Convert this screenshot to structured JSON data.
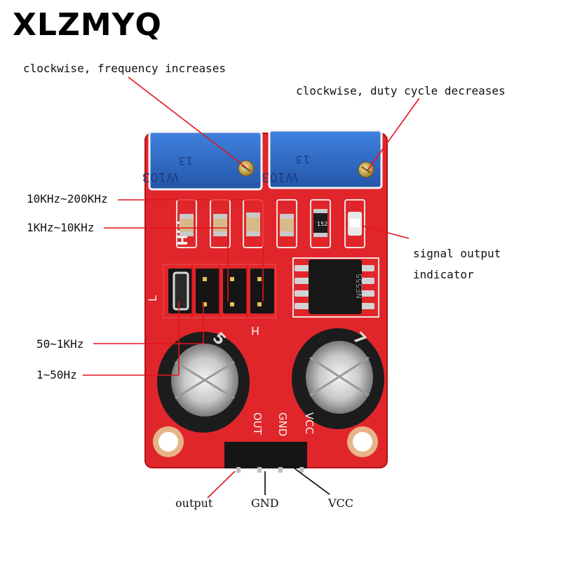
{
  "brand": "XLZMYQ",
  "annotations": {
    "freq_pot": "clockwise, frequency increases",
    "duty_pot": "clockwise, duty cycle decreases",
    "range_10k_200k": "10KHz~200KHz",
    "range_1k_10k": "1KHz~10KHz",
    "range_50_1k": "50~1KHz",
    "range_1_50": "1~50Hz",
    "signal_indicator_line1": "signal output",
    "signal_indicator_line2": "indicator",
    "pin_output": "output",
    "pin_gnd": "GND",
    "pin_vcc": "VCC"
  },
  "board_markings": {
    "pot_left": "W103",
    "pot_left_top": "13",
    "pot_right": "W103",
    "pot_right_top": "13",
    "resistor": "152",
    "jumper_l": "L",
    "jumper_h": "H",
    "silk_mh": "MH",
    "header_out": "OUT",
    "header_gnd": "GND",
    "header_vcc": "VCC",
    "ic_text": "NE555"
  },
  "colors": {
    "pcb": "#e0262a",
    "pot": "#2f6fc9",
    "callout_red": "#e3141b",
    "callout_black": "#000000"
  }
}
